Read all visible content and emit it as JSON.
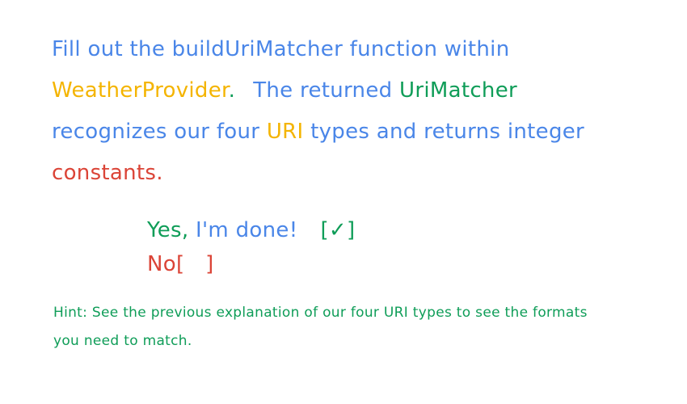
{
  "colors": {
    "blue": "#4a86e8",
    "green": "#0f9d58",
    "orange": "#f4b400",
    "red": "#db4437"
  },
  "instructions": {
    "line1": "Fill out the buildUriMatcher function within",
    "line2_part1": "WeatherProvider",
    "line2_part2": ".",
    "line2_part3": "The returned",
    "line2_part4": "UriMatcher",
    "line3_part1": "recognizes our four",
    "line3_part2": "URI",
    "line3_part3": "types and returns integer",
    "line4_part1": "constants",
    "line4_part2": "."
  },
  "options": {
    "yes_part1": "Yes",
    "yes_part2": ", ",
    "yes_part3": "I'm done!",
    "yes_box": "[✓]",
    "no_label": "No",
    "no_box": "[   ]"
  },
  "hint": {
    "line1": "Hint: See the previous explanation of our four URI types to see the formats",
    "line2": "you need to match."
  }
}
